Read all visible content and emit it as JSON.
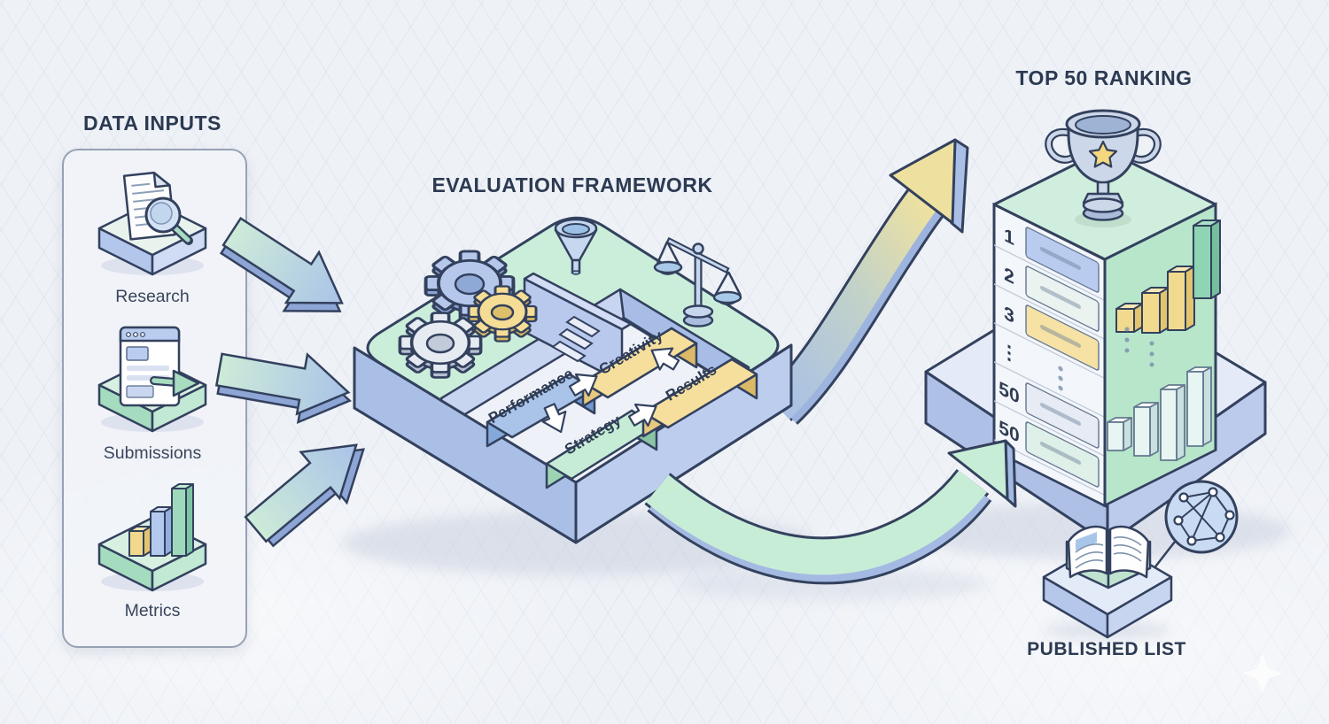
{
  "headings": {
    "data_inputs": "DATA INPUTS",
    "evaluation_framework": "EVALUATION FRAMEWORK",
    "top_ranking": "TOP 50 RANKING",
    "published_list": "PUBLISHED LIST"
  },
  "data_inputs": {
    "items": [
      {
        "label": "Research",
        "icon": "document-search-icon"
      },
      {
        "label": "Submissions",
        "icon": "browser-submit-icon"
      },
      {
        "label": "Metrics",
        "icon": "bar-chart-icon"
      }
    ]
  },
  "framework": {
    "blocks": [
      {
        "label": "Performance",
        "color": "#a9c4e8"
      },
      {
        "label": "Creativity",
        "color": "#f6df9d"
      },
      {
        "label": "Strategy",
        "color": "#c6ecd6"
      },
      {
        "label": "Results",
        "color": "#f6df9d"
      }
    ],
    "decor_icons": [
      "gears-icon",
      "funnel-icon",
      "balance-scale-icon"
    ]
  },
  "ranking": {
    "rows": [
      {
        "rank": "1",
        "bar": "#b9ccf0"
      },
      {
        "rank": "2",
        "bar": "#eaf3ef"
      },
      {
        "rank": "3",
        "bar": "#f5e2a4"
      },
      {
        "rank": "⋮",
        "bar": ""
      },
      {
        "rank": "50",
        "bar": "#e7ecf4"
      },
      {
        "rank": "50",
        "bar": "#def0e7"
      }
    ],
    "decor_icons": [
      "trophy-icon",
      "growth-bars-icon"
    ]
  },
  "published": {
    "decor_icons": [
      "open-book-icon",
      "network-graph-icon"
    ]
  },
  "palette": {
    "background": "#eef1f6",
    "outline": "#33415e",
    "heading_text": "#2c3a52",
    "green_surface": "#cbeedb",
    "blue_side": "#aabfe6",
    "yellow_accent": "#f5df9d",
    "mint_arrow": "#c8edd7",
    "blue_arrow": "#aac3e8"
  }
}
